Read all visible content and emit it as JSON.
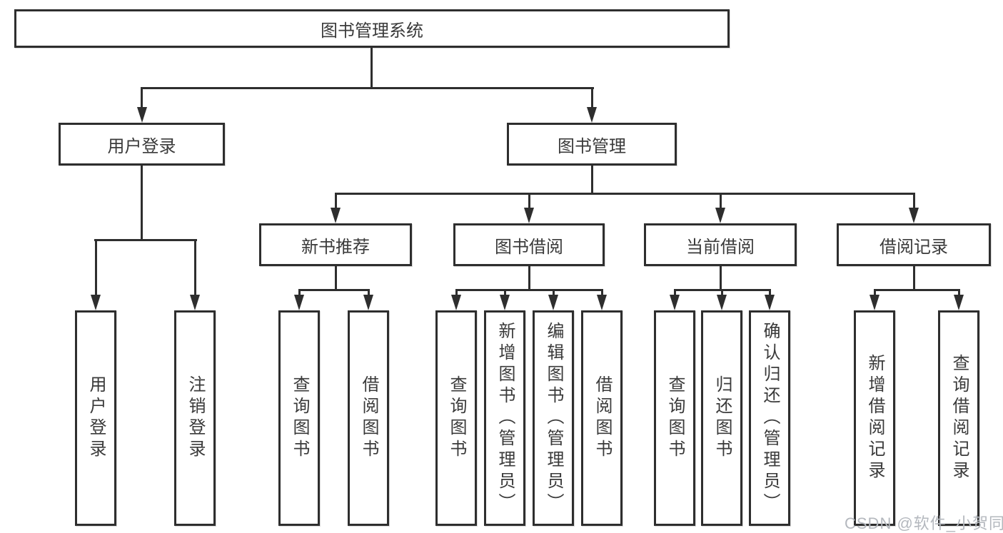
{
  "diagram_title": "图书管理系统",
  "colors": {
    "line": "#2e2e2e",
    "text": "#3a3a3a",
    "box_background": "#ffffff",
    "watermark": "#b4b8be"
  },
  "nodes": {
    "root": {
      "label": "图书管理系统"
    },
    "level2": [
      {
        "label": "用户登录",
        "parent": "图书管理系统"
      },
      {
        "label": "图书管理",
        "parent": "图书管理系统"
      }
    ],
    "level3": [
      {
        "label": "新书推荐",
        "parent": "图书管理"
      },
      {
        "label": "图书借阅",
        "parent": "图书管理"
      },
      {
        "label": "当前借阅",
        "parent": "图书管理"
      },
      {
        "label": "借阅记录",
        "parent": "图书管理"
      }
    ],
    "leaves": [
      {
        "label": "用户登录",
        "parent": "用户登录"
      },
      {
        "label": "注销登录",
        "parent": "用户登录"
      },
      {
        "label": "查询图书",
        "parent": "新书推荐"
      },
      {
        "label": "借阅图书",
        "parent": "新书推荐"
      },
      {
        "label": "查询图书",
        "parent": "图书借阅"
      },
      {
        "label": "新增图书（管理员）",
        "parent": "图书借阅"
      },
      {
        "label": "编辑图书（管理员）",
        "parent": "图书借阅"
      },
      {
        "label": "借阅图书",
        "parent": "图书借阅"
      },
      {
        "label": "查询图书",
        "parent": "当前借阅"
      },
      {
        "label": "归还图书",
        "parent": "当前借阅"
      },
      {
        "label": "确认归还（管理员）",
        "parent": "当前借阅"
      },
      {
        "label": "新增借阅记录",
        "parent": "借阅记录"
      },
      {
        "label": "查询借阅记录",
        "parent": "借阅记录"
      }
    ]
  },
  "watermark": {
    "text": "CSDN @软件_小贺同学"
  }
}
